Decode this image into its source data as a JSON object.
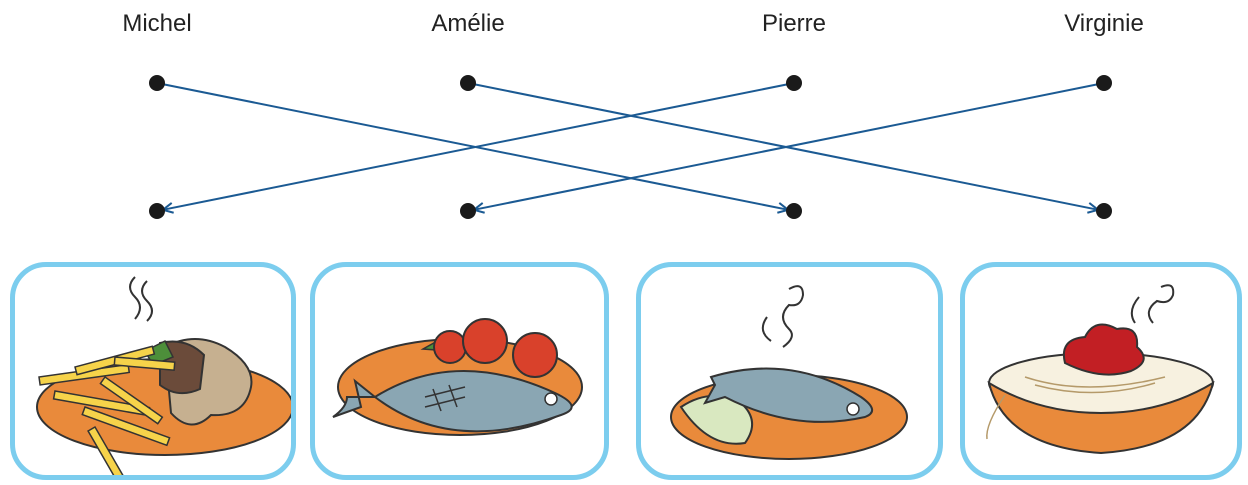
{
  "people": [
    {
      "name": "Michel"
    },
    {
      "name": "Amélie"
    },
    {
      "name": "Pierre"
    },
    {
      "name": "Virginie"
    }
  ],
  "matches": [
    {
      "person": "Michel",
      "dish": "fish-with-cabbage"
    },
    {
      "person": "Amélie",
      "dish": "spaghetti"
    },
    {
      "person": "Pierre",
      "dish": "steak-and-fries"
    },
    {
      "person": "Virginie",
      "dish": "fish-with-tomatoes"
    }
  ],
  "dishes": [
    {
      "icon": "steak-and-fries-icon"
    },
    {
      "icon": "fish-with-tomatoes-icon"
    },
    {
      "icon": "fish-with-cabbage-icon"
    },
    {
      "icon": "spaghetti-icon"
    }
  ],
  "colors": {
    "line": "#1b5a93",
    "dot": "#1a1a1a",
    "card_border": "#7ccdee",
    "plate": "#e98a3b",
    "fish": "#8aa6b3",
    "tomato": "#d9412b"
  }
}
